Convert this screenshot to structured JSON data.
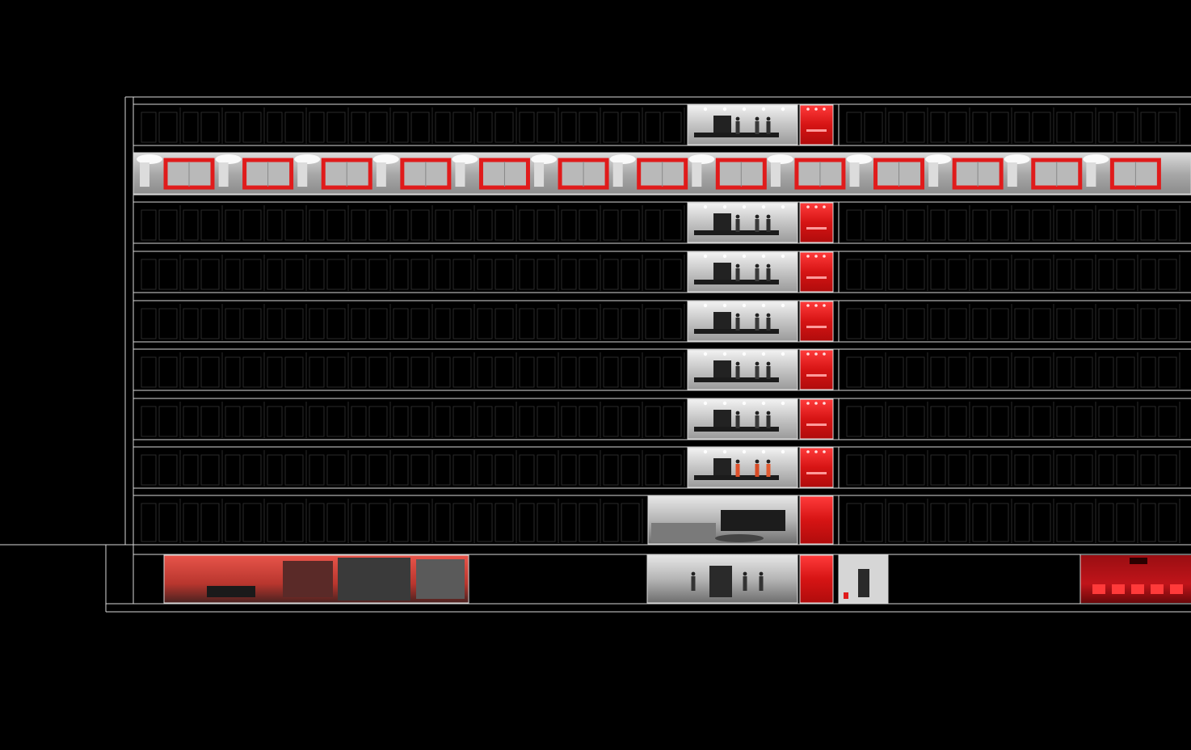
{
  "drawing": {
    "background": "#000000",
    "line_color": "#d8d8d8",
    "faint_line_color": "#2a2a2a",
    "accent_red": "#e01b1b",
    "floor_count": 10,
    "floors": [
      {
        "level": "top",
        "type": "typical",
        "core_scene": "lobby-photo-grey",
        "people": 3
      },
      {
        "level": "corridor",
        "type": "lit-corridor",
        "red_door_frames": 13
      },
      {
        "level": "upper",
        "type": "typical",
        "core_scene": "lobby-photo-grey",
        "people": 3
      },
      {
        "level": "upper",
        "type": "typical",
        "core_scene": "lobby-photo-grey",
        "people": 3
      },
      {
        "level": "upper",
        "type": "typical",
        "core_scene": "lobby-photo-grey",
        "people": 3
      },
      {
        "level": "upper",
        "type": "typical",
        "core_scene": "lobby-photo-grey",
        "people": 3
      },
      {
        "level": "upper",
        "type": "typical",
        "core_scene": "lobby-photo-grey",
        "people": 3
      },
      {
        "level": "upper",
        "type": "typical",
        "core_scene": "lobby-photo-orange-figures",
        "people": 3
      },
      {
        "level": "ground",
        "type": "reception",
        "core_scene": "reception-desk-photo"
      },
      {
        "level": "basement",
        "type": "amenity",
        "spaces": [
          "red-lounge-library",
          "grey-entry-hall",
          "small-room",
          "red-cinema"
        ]
      }
    ]
  }
}
